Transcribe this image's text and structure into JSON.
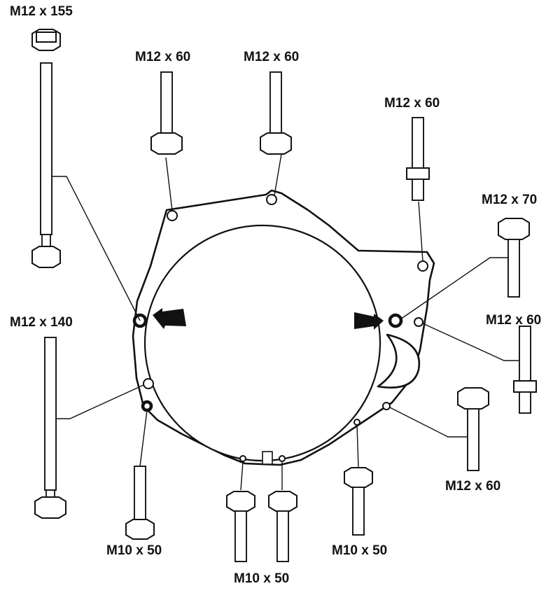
{
  "labels": {
    "top_left_long": "M12 x 155",
    "top_a": "M12 x 60",
    "top_b": "M12 x 60",
    "upper_right": "M12 x 60",
    "right_a": "M12 x 70",
    "left_long": "M12 x 140",
    "right_b": "M12 x 60",
    "lower_right": "M12 x 60",
    "bottom_left": "M10 x 50",
    "bottom_center": "M10 x 50",
    "bottom_right": "M10 x 50"
  },
  "colors": {
    "line": "#111111",
    "background": "#ffffff"
  },
  "icons": {
    "pointer_left": "arrow-right-icon",
    "pointer_right": "arrow-right-icon"
  }
}
